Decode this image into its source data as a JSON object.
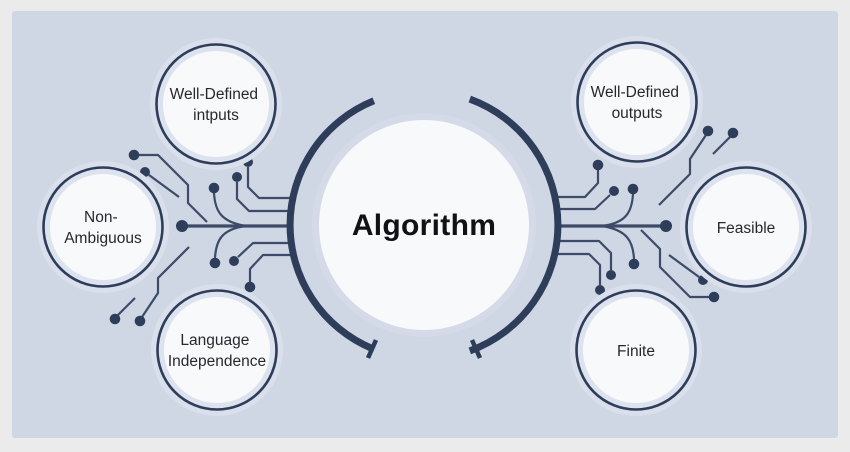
{
  "title": "Algorithm",
  "colors": {
    "outer-bg": "#ebebeb",
    "panel-bg": "#cfd6e4",
    "navy": "#2e3d5a",
    "trace": "#3d4b68",
    "node-fill": "#f8f9fb",
    "node-halo": "#dde3ee",
    "outer-halo": "#d9dfeb",
    "label": "#26282e",
    "title-color": "#101216"
  },
  "center": {
    "label": "Algorithm"
  },
  "nodes": [
    {
      "id": "well-defined-inputs",
      "lines": [
        "Well-Defined",
        "intputs"
      ]
    },
    {
      "id": "non-ambiguous",
      "lines": [
        "Non-",
        "Ambiguous"
      ]
    },
    {
      "id": "language-independence",
      "lines": [
        "Language",
        "Independence"
      ]
    },
    {
      "id": "well-defined-outputs",
      "lines": [
        "Well-Defined",
        "outputs"
      ]
    },
    {
      "id": "feasible",
      "lines": [
        "Feasible"
      ]
    },
    {
      "id": "finite",
      "lines": [
        "Finite"
      ]
    }
  ]
}
